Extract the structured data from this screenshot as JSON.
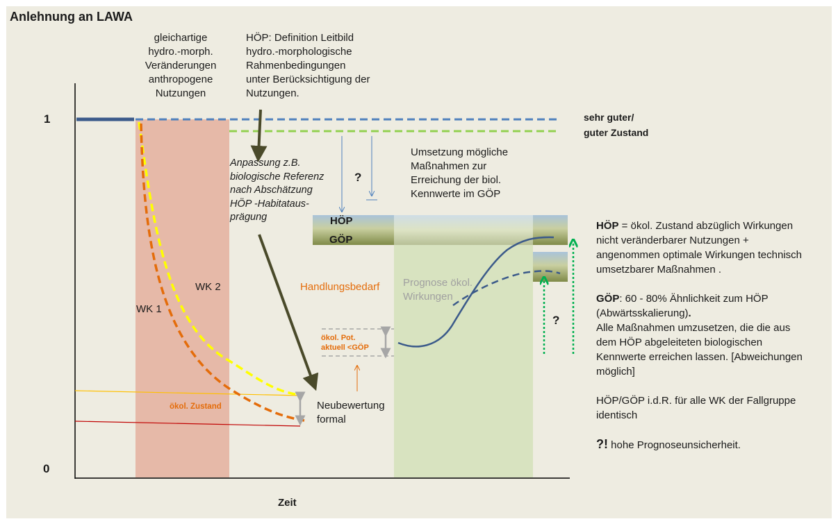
{
  "title": "Anlehnung an LAWA",
  "y_axis": {
    "top_label": "1",
    "bottom_label": "0"
  },
  "x_axis": {
    "label": "Zeit"
  },
  "labels": {
    "veraenderungen": "gleichartige\nhydro.-morph.\nVeränderungen\nanthropogene\nNutzungen",
    "hoep_definition": "HÖP: Definition Leitbild\nhydro.-morphologische\nRahmenbedingungen\nunter Berücksichtigung der\nNutzungen.",
    "zustand_right": "sehr guter/\nguter  Zustand",
    "anpassung": "Anpassung z.B.\nbiologische Referenz\nnach Abschätzung\nHÖP -Habitataus-\nprägung",
    "question_1": "?",
    "umsetzung": "Umsetzung mögliche\nMaßnahmen zur\nErreichung der biol.\nKennwerte im GÖP",
    "hoep_band": "HÖP",
    "goep_band": "GÖP",
    "wk1": "WK 1",
    "wk2": "WK 2",
    "handlungsbedarf": "Handlungsbedarf",
    "prognose": "Prognose ökol.\nWirkungen",
    "oekol_pot": "ökol. Pot.\naktuell <GÖP",
    "oekol_zustand": "ökol. Zustand",
    "neubewertung": "Neubewertung\nformal",
    "question_2": "?"
  },
  "legend": {
    "hoep_key": "HÖP",
    "hoep_text": " = ökol. Zustand abzüglich Wirkungen nicht veränderbarer Nutzungen + angenommen optimale Wirkungen technisch umsetzbarer Maßnahmen .",
    "goep_key": "GÖP",
    "goep_text": ": 60 - 80% Ähnlichkeit zum HÖP (Abwärtsskalierung)",
    "goep_dot": ".",
    "goep_text2": "Alle Maßnahmen umzusetzen, die die aus dem HÖP abgeleiteten biologischen Kennwerte erreichen lassen. [Abweichungen möglich]",
    "identisch": "HÖP/GÖP i.d.R. für alle WK der Fallgruppe identisch",
    "unsicherheit_key": "?!",
    "unsicherheit_text": " hohe Prognoseunsicherheit."
  },
  "colors": {
    "background": "#eeece1",
    "red_zone": "#e6b9a8",
    "green_zone": "#d8e3c0",
    "blue": "#4f81bd",
    "dark_blue": "#3b5a8a",
    "green_dash": "#92d050",
    "yellow": "#ffff00",
    "orange": "#e46c0a",
    "dark_olive": "#4a4a2a",
    "grey": "#a6a6a6",
    "orange_text": "#e46c0a",
    "grey_text": "#a0a0a0",
    "dotted_green": "#00b050"
  }
}
